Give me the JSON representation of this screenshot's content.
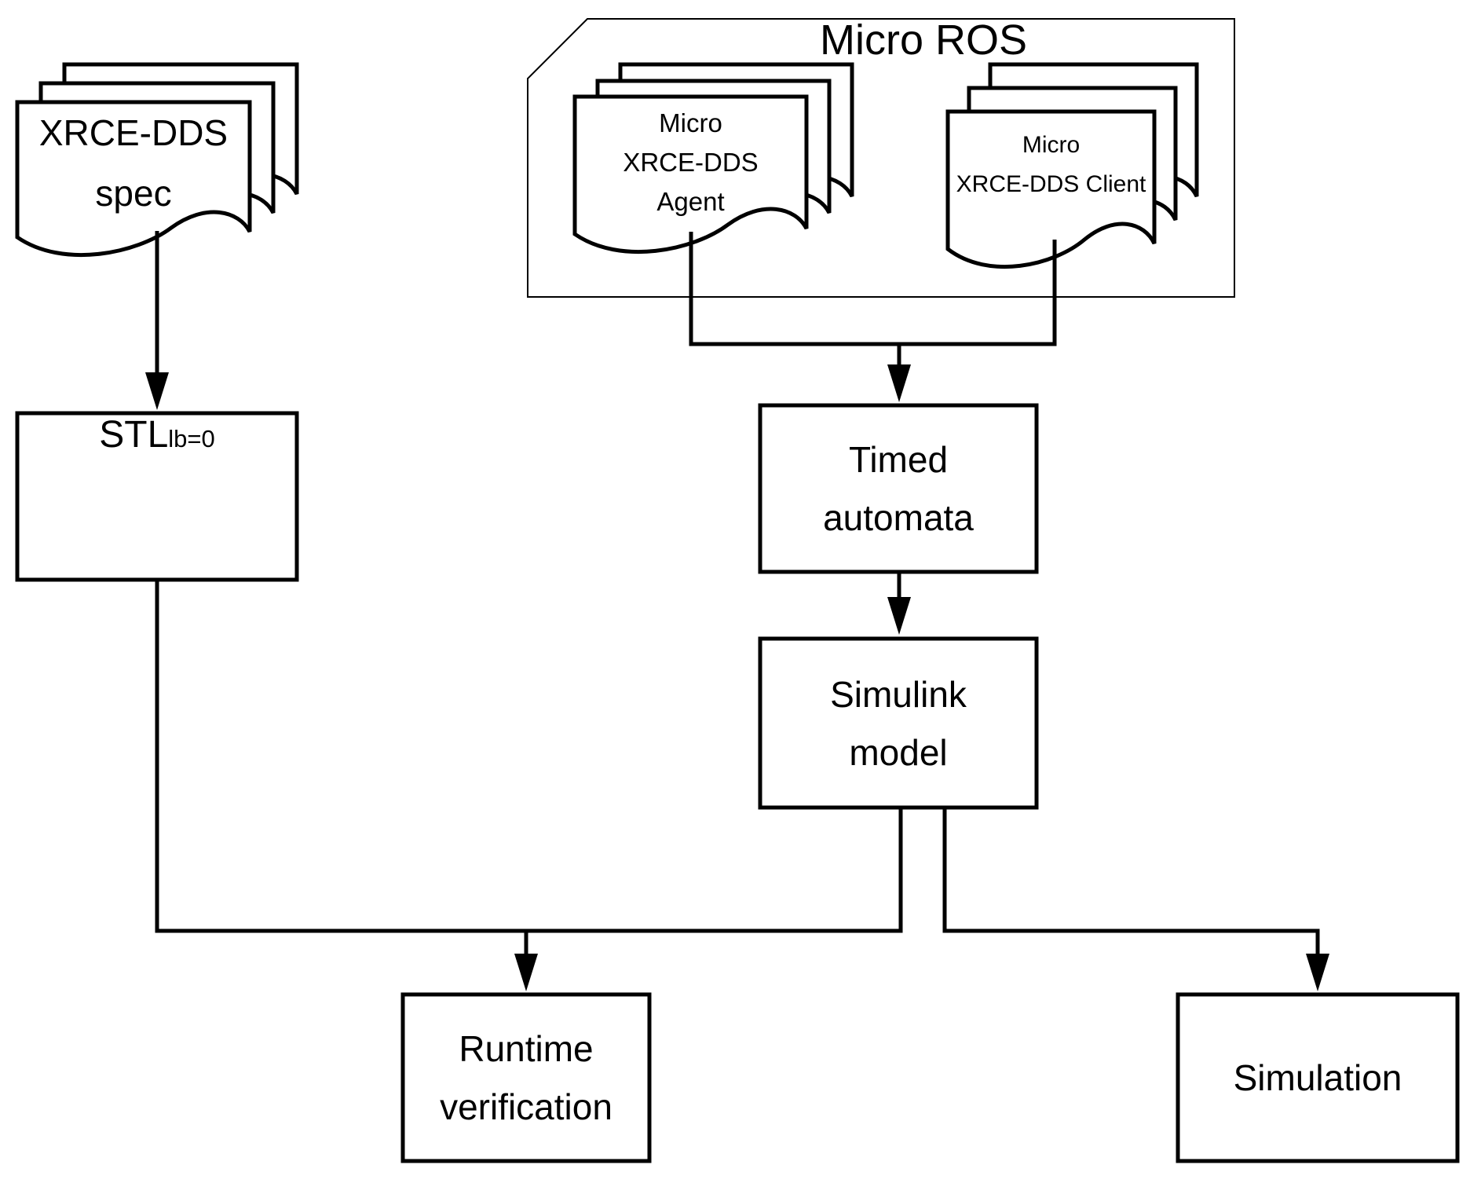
{
  "figure": {
    "container": {
      "title": "Micro ROS"
    },
    "nodes": {
      "spec_doc": {
        "lines": [
          "XRCE-DDS",
          "spec"
        ]
      },
      "agent_doc": {
        "lines": [
          "Micro",
          "XRCE-DDS",
          "Agent"
        ]
      },
      "client_doc": {
        "lines": [
          "Micro",
          "XRCE-DDS Client"
        ]
      },
      "stl": {
        "label": "STL",
        "subscript": "lb=0"
      },
      "timed_automata": {
        "lines": [
          "Timed",
          "automata"
        ]
      },
      "simulink_model": {
        "lines": [
          "Simulink",
          "model"
        ]
      },
      "runtime_verification": {
        "lines": [
          "Runtime",
          "verification"
        ]
      },
      "simulation": {
        "label": "Simulation"
      }
    },
    "colors": {
      "stroke": "#000000",
      "background": "#ffffff"
    }
  }
}
